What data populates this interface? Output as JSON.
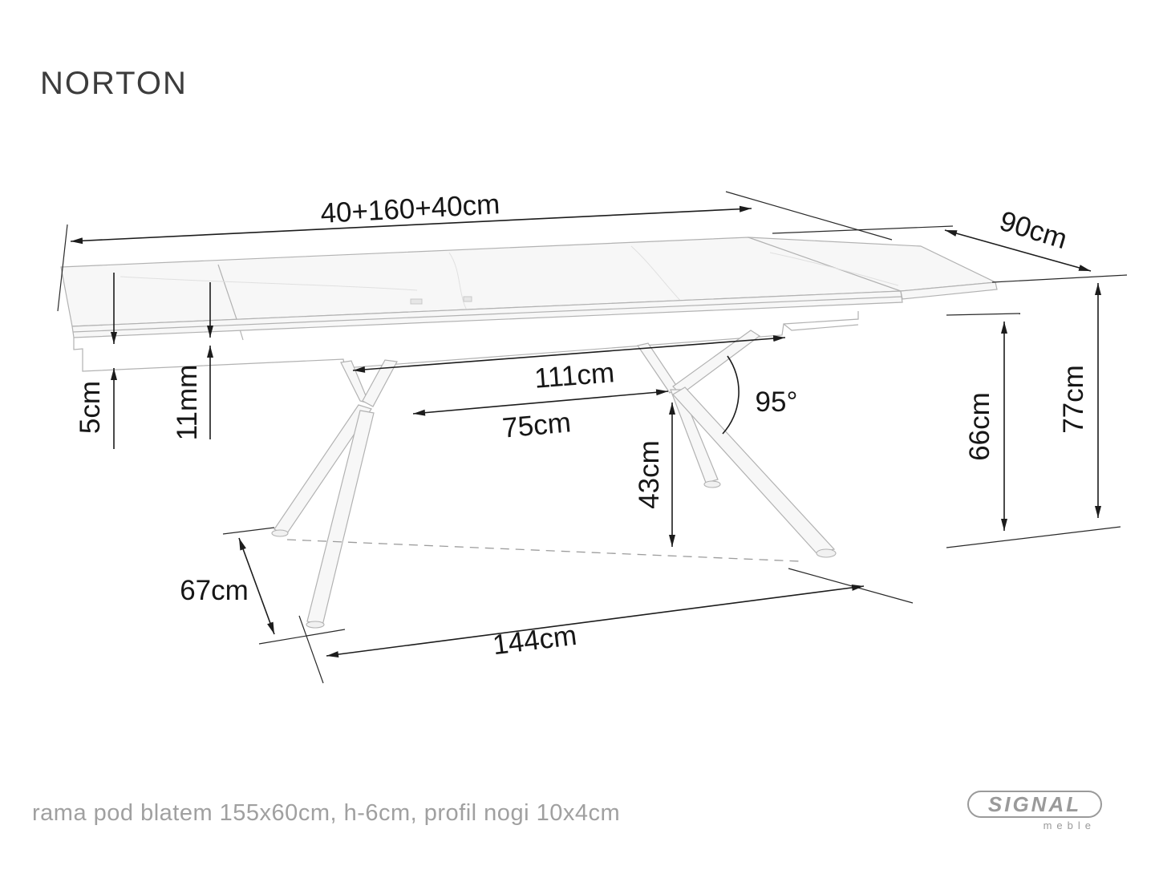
{
  "diagram": {
    "title": "NORTON",
    "dimensions": {
      "length": "40+160+40cm",
      "depth": "90cm",
      "top_thickness": "5cm",
      "plate_thickness": "11mm",
      "leg_span_outer": "111cm",
      "leg_span_inner": "75cm",
      "leg_angle": "95°",
      "knee_height": "43cm",
      "clearance_height": "66cm",
      "table_height": "77cm",
      "foot_spread": "67cm",
      "foot_span": "144cm"
    },
    "footer_note": "rama pod blatem 155x60cm, h-6cm, profil nogi 10x4cm",
    "logo": {
      "brand": "SIGNAL",
      "sub": "meble"
    },
    "colors": {
      "dimension_line": "#1c1c1c",
      "drawing_line": "#b2b2b2",
      "muted_text": "#a0a0a0"
    }
  }
}
